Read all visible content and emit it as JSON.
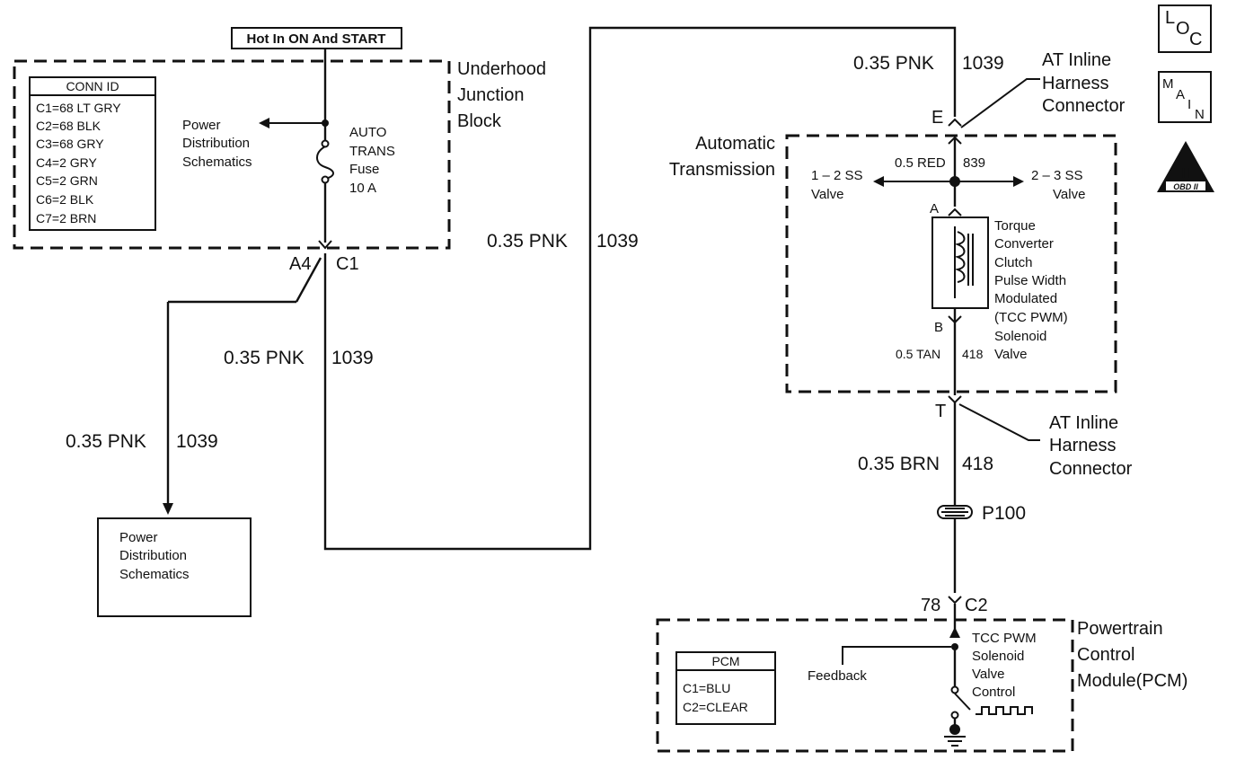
{
  "header_tag": "Hot In ON And START",
  "underhood": {
    "title": [
      "Underhood",
      "Junction",
      "Block"
    ],
    "conn_id_header": "CONN ID",
    "conn_ids": [
      "C1=68 LT GRY",
      "C2=68 BLK",
      "C3=68 GRY",
      "C4=2 GRY",
      "C5=2 GRN",
      "C6=2 BLK",
      "C7=2 BRN"
    ],
    "power_dist": [
      "Power",
      "Distribution",
      "Schematics"
    ],
    "fuse": [
      "AUTO",
      "TRANS",
      "Fuse",
      "10 A"
    ],
    "pin": "A4",
    "connector": "C1"
  },
  "wires": {
    "pnk_size": "0.35 PNK",
    "pnk_circuit": "1039",
    "red_size": "0.5 RED",
    "red_circuit": "839",
    "tan_size": "0.5 TAN",
    "tan_circuit": "418",
    "brn_size": "0.35 BRN",
    "brn_circuit": "418"
  },
  "power_dist_box": [
    "Power",
    "Distribution",
    "Schematics"
  ],
  "inline_connector": {
    "label_lines": [
      "AT Inline",
      "Harness",
      "Connector"
    ],
    "pin_top": "E",
    "pin_bottom": "T"
  },
  "transmission": {
    "title": [
      "Automatic",
      "Transmission"
    ],
    "valve_12": [
      "1 – 2 SS",
      "Valve"
    ],
    "valve_23": [
      "2 – 3 SS",
      "Valve"
    ],
    "pin_a": "A",
    "pin_b": "B",
    "solenoid": [
      "Torque",
      "Converter",
      "Clutch",
      "Pulse Width",
      "Modulated",
      "(TCC PWM)",
      "Solenoid",
      "Valve"
    ]
  },
  "splice": "P100",
  "pcm": {
    "pin": "78",
    "connector": "C2",
    "title": [
      "Powertrain",
      "Control",
      "Module(PCM)"
    ],
    "conn_header": "PCM",
    "conn_ids": [
      "C1=BLU",
      "C2=CLEAR"
    ],
    "feedback": "Feedback",
    "control": [
      "TCC PWM",
      "Solenoid",
      "Valve",
      "Control"
    ]
  },
  "icons": {
    "loc": [
      "L",
      "O",
      "C"
    ],
    "main": [
      "M",
      "A",
      "I",
      "N"
    ],
    "obd": [
      "II",
      "OBD II"
    ]
  }
}
